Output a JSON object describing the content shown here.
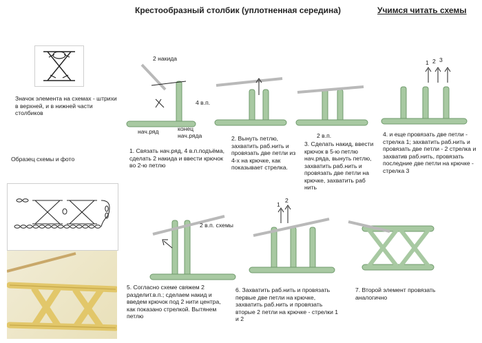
{
  "header": {
    "title": "Крестообразный столбик (уплотненная середина)",
    "lesson": "Учимся читать схемы"
  },
  "legend": {
    "symbol_note": "Значок элемента на схемах - штрихи в верхней, и в нижней части столбиков",
    "sample_label": "Образец схемы и фото"
  },
  "labels": {
    "two_yarn_overs": "2 накида",
    "four_ch": "4 в.п.",
    "start_row": "нач.ряд",
    "end_of_start_row": "конец\nнач.ряда",
    "two_ch": "2 в.п.",
    "two_ch_scheme": "2 в.п. схемы",
    "arrow_1": "1",
    "arrow_2": "2",
    "arrow_3": "3"
  },
  "steps": [
    {
      "text": "1. Связать нач.ряд, 4 в.п.подъёма, сделать 2 накида и ввести крючок во 2-ю петлю"
    },
    {
      "text": "2. Вынуть петлю, захватить раб.нить и провязать две петли из 4-х на крючке, как показывает стрелка."
    },
    {
      "text": "3. Сделать накид, ввести крючок в 5-ю петлю нач.ряда, вынуть петлю, захватить раб.нить и провязать две петли на крючке, захватить раб нить"
    },
    {
      "text": "4. и еще провязать две петли - стрелка 1; захватить раб.нить и провязать две петли - 2 стрелка и захватив раб.нить, провязать последние две петли на крючке - стрелка 3"
    },
    {
      "text": "5. Согласно схеме свяжем 2 разделит.в.п.; сделаем накид и введем крючок под 2 нити центра, как показано стрелкой. Вытянем петлю"
    },
    {
      "text": "6. Захватить раб.нить и провязать первые две петли на крючке, захватить раб.нить и провязать вторые 2 петли на крючке - стрелки 1 и 2"
    },
    {
      "text": "7. Второй элемент провязать аналогично"
    }
  ],
  "colors": {
    "yarn": "#a8c9a2",
    "yarn_dark": "#6f9a6c",
    "hook": "#b9b9b9",
    "photo_yarn": "#e2c76a",
    "ink": "#222222"
  }
}
